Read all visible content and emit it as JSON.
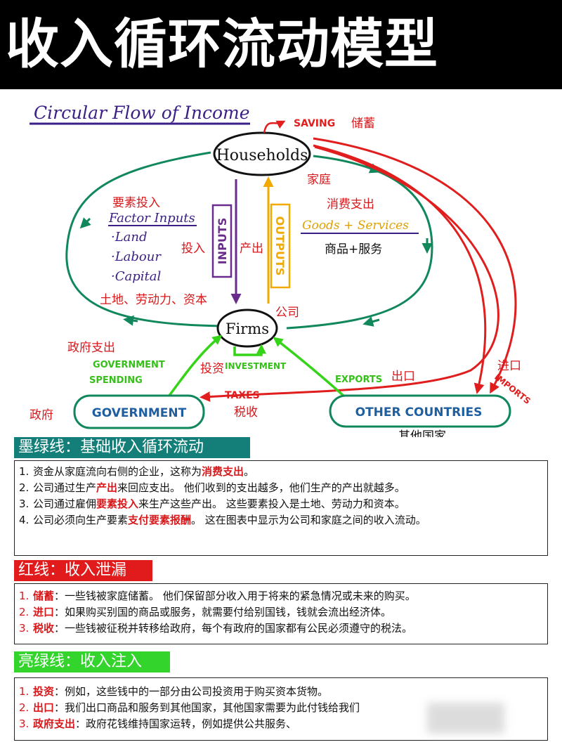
{
  "title": "收入循环流动模型",
  "diagram": {
    "en_title": "Circular Flow of Income",
    "households": "Households",
    "households_cn": "家庭",
    "firms": "Firms",
    "firms_cn": "公司",
    "saving": "SAVING",
    "saving_cn": "储蓄",
    "factor_inputs_cn": "要素投入",
    "factor_inputs": "Factor Inputs",
    "land": "·Land",
    "labour": "·Labour",
    "capital": "·Capital",
    "factors_cn": "土地、劳动力、资本",
    "inputs": "INPUTS",
    "inputs_cn": "投入",
    "outputs": "OUTPUTS",
    "outputs_cn": "产出",
    "consumption_cn": "消费支出",
    "goods_services": "Goods + Services",
    "goods_services_cn": "商品+服务",
    "gov_spending_cn": "政府支出",
    "gov_spending_1": "GOVERNMENT",
    "gov_spending_2": "SPENDING",
    "investment_cn": "投资",
    "investment": "INVESTMENT",
    "exports": "EXPORTS",
    "exports_cn": "出口",
    "imports_cn": "进口",
    "imports": "IMPORTS",
    "taxes": "TAXES",
    "taxes_cn": "税收",
    "government": "GOVERNMENT",
    "government_cn": "政府",
    "other_countries": "OTHER COUNTRIES",
    "other_countries_cn": "其他国家"
  },
  "sections": {
    "green_dark": {
      "heading": "墨绿线：基础收入循环流动",
      "items": [
        {
          "num": "1.",
          "pre": "资金从家庭流向右侧的企业，这称为",
          "em": "消费支出",
          "post": "。"
        },
        {
          "num": "2.",
          "pre": "公司通过生产",
          "em": "产出",
          "post": "来回应支出。 他们收到的支出越多，他们生产的产出就越多。"
        },
        {
          "num": "3.",
          "pre": "公司通过雇佣",
          "em": "要素投入",
          "post": "来生产这些产出。 这些要素投入是土地、劳动力和资本。"
        },
        {
          "num": "4.",
          "pre": "公司必须向生产要素",
          "em": "支付要素报酬",
          "post": "。 这在图表中显示为公司和家庭之间的收入流动。"
        }
      ]
    },
    "red": {
      "heading": "红线：收入泄漏",
      "items": [
        {
          "num": "1.",
          "pre": "",
          "em": "储蓄",
          "post": "：一些钱被家庭储蓄。 他们保留部分收入用于将来的紧急情况或未来的购买。"
        },
        {
          "num": "2.",
          "pre": "",
          "em": "进口",
          "post": "：如果购买别国的商品或服务，就需要付给别国钱，钱就会流出经济体。"
        },
        {
          "num": "3.",
          "pre": "",
          "em": "税收",
          "post": "：一些钱被征税并转移给政府，每个有政府的国家都有公民必须遵守的税法。"
        }
      ]
    },
    "green_light": {
      "heading": "亮绿线：收入注入",
      "items": [
        {
          "num": "1.",
          "pre": "",
          "em": "投资",
          "post": "：例如，这些钱中的一部分由公司投资用于购买资本货物。"
        },
        {
          "num": "2.",
          "pre": "",
          "em": "出口",
          "post": "：我们出口商品和服务到其他国家，其他国家需要为此付钱给我们"
        },
        {
          "num": "3.",
          "pre": "",
          "em": "政府支出",
          "post": "：政府花钱维持国家运转，例如提供公共服务、"
        }
      ]
    }
  },
  "colors": {
    "dark_green": "#11875c",
    "red": "#e01e1e",
    "light_green": "#35d418",
    "purple": "#6a2c8c",
    "orange": "#f2a900",
    "blue": "#2b5fd9",
    "teal_header": "#137f78",
    "red_header": "#e11b1b",
    "lime_header": "#33d42c"
  }
}
